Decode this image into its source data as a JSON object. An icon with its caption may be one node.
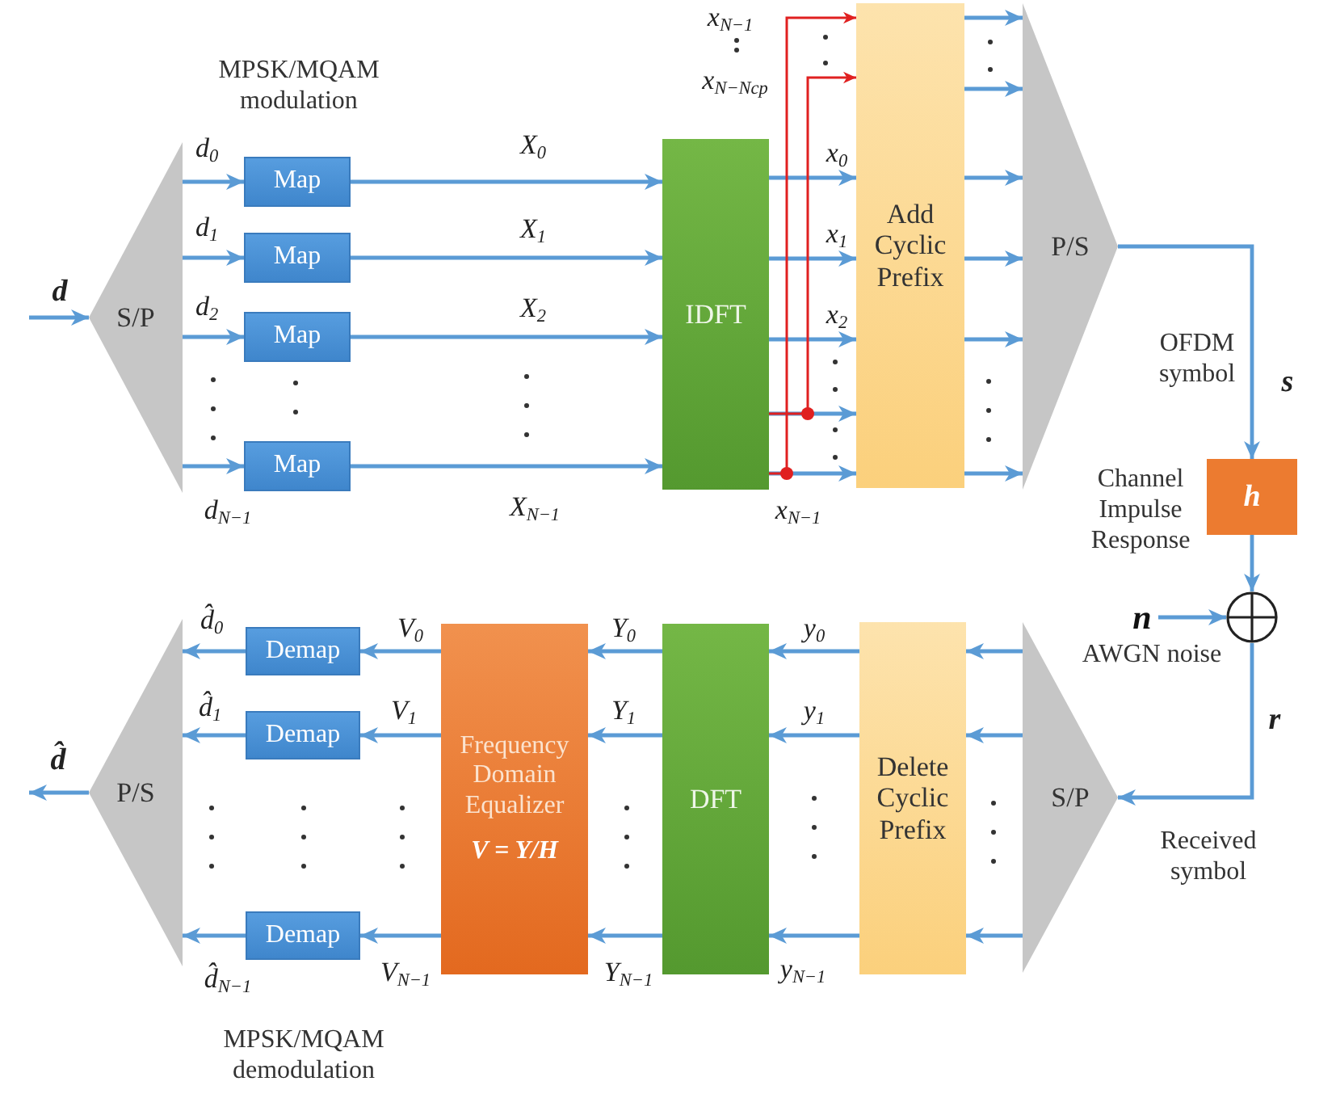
{
  "diagram": {
    "nodes": [
      {
        "text": [
          "S/P"
        ]
      },
      {
        "text": [
          "Map"
        ]
      },
      {
        "text": [
          "Map"
        ]
      },
      {
        "text": [
          "Map"
        ]
      },
      {
        "text": [
          "Map"
        ]
      },
      {
        "text": [
          "IDFT"
        ]
      },
      {
        "text": [
          "Add Cyclic Prefix"
        ]
      },
      {
        "text": [
          "P/S"
        ]
      },
      {
        "text": [
          "h"
        ]
      },
      {
        "text": [
          "n"
        ]
      },
      {
        "text": [],
        "shape": "circle"
      },
      {
        "text": [
          "S/P"
        ]
      },
      {
        "text": [
          "Delete Cyclic Prefix"
        ]
      },
      {
        "text": [
          "DFT"
        ]
      },
      {
        "text": [
          "Frequency Domain Equalizer",
          "V = Y/H"
        ]
      },
      {
        "text": [
          "Demap"
        ]
      },
      {
        "text": [
          "Demap"
        ]
      },
      {
        "text": [
          "Demap"
        ]
      },
      {
        "text": [
          "P/S"
        ]
      }
    ],
    "edges": [
      {
        "from": null,
        "to": 0,
        "arrow": "to",
        "label": "d"
      },
      {
        "from": 0,
        "to": 1,
        "arrow": "to",
        "label": "d$_{0}$"
      },
      {
        "from": 0,
        "to": 2,
        "arrow": "to",
        "label": "d$_{1}$"
      },
      {
        "from": 0,
        "to": 3,
        "arrow": "to",
        "label": "d$_{2}$"
      },
      {
        "from": 0,
        "to": 4,
        "arrow": "to",
        "label": "d$_{N−1}$"
      },
      {
        "from": 1,
        "to": 5,
        "arrow": "to",
        "label": "X$_{0}$"
      },
      {
        "from": 2,
        "to": 5,
        "arrow": "to",
        "label": "X$_{1}$"
      },
      {
        "from": 3,
        "to": 5,
        "arrow": "to",
        "label": "X$_{2}$"
      },
      {
        "from": 4,
        "to": 5,
        "arrow": "to",
        "label": "X$_{N−1}$"
      },
      {
        "from": 5,
        "to": 6,
        "arrow": "to",
        "label": "x$_{0}$"
      },
      {
        "from": 5,
        "to": 6,
        "arrow": "to",
        "label": "x$_{1}$"
      },
      {
        "from": 5,
        "to": 6,
        "arrow": "to",
        "label": "x$_{2}$"
      },
      {
        "from": 5,
        "to": 6,
        "arrow": "to"
      },
      {
        "from": 5,
        "to": 6,
        "arrow": "to",
        "label": "x$_{N−1}$"
      },
      {
        "from": 5,
        "to": 6,
        "arrow": "to",
        "label": "x$_{N−1}$",
        "color": "#e02020"
      },
      {
        "from": 5,
        "to": 6,
        "arrow": "to",
        "label": "x$_{N−Ncp}$",
        "color": "#e02020"
      },
      {
        "from": 6,
        "to": 7,
        "arrow": "to"
      },
      {
        "from": 6,
        "to": 7,
        "arrow": "to"
      },
      {
        "from": 6,
        "to": 7,
        "arrow": "to"
      },
      {
        "from": 6,
        "to": 7,
        "arrow": "to"
      },
      {
        "from": 6,
        "to": 7,
        "arrow": "to"
      },
      {
        "from": 6,
        "to": 7,
        "arrow": "to"
      },
      {
        "from": 7,
        "to": 8,
        "arrow": "to",
        "label": "s"
      },
      {
        "from": 8,
        "to": 10,
        "arrow": "to"
      },
      {
        "from": 9,
        "to": 10,
        "arrow": "to"
      },
      {
        "from": 10,
        "to": 11,
        "arrow": "to",
        "label": "r"
      },
      {
        "from": 11,
        "to": 12,
        "arrow": "to"
      },
      {
        "from": 11,
        "to": 12,
        "arrow": "to"
      },
      {
        "from": 11,
        "to": 12,
        "arrow": "to"
      },
      {
        "from": 12,
        "to": 13,
        "arrow": "to",
        "label": "y$_{0}$"
      },
      {
        "from": 12,
        "to": 13,
        "arrow": "to",
        "label": "y$_{1}$"
      },
      {
        "from": 12,
        "to": 13,
        "arrow": "to",
        "label": "y$_{N−1}$"
      },
      {
        "from": 13,
        "to": 14,
        "arrow": "to",
        "label": "Y$_{0}$"
      },
      {
        "from": 13,
        "to": 14,
        "arrow": "to",
        "label": "Y$_{1}$"
      },
      {
        "from": 13,
        "to": 14,
        "arrow": "to",
        "label": "Y$_{N−1}$"
      },
      {
        "from": 14,
        "to": 15,
        "arrow": "to",
        "label": "V$_{0}$"
      },
      {
        "from": 14,
        "to": 16,
        "arrow": "to",
        "label": "V$_{1}$"
      },
      {
        "from": 14,
        "to": 17,
        "arrow": "to",
        "label": "V$_{N−1}$"
      },
      {
        "from": 15,
        "to": 18,
        "arrow": "to",
        "label": "d̂$_{0}$"
      },
      {
        "from": 16,
        "to": 18,
        "arrow": "to",
        "label": "d̂$_{1}$"
      },
      {
        "from": 17,
        "to": 18,
        "arrow": "to",
        "label": "d̂$_{N−1}$"
      },
      {
        "from": 18,
        "to": null,
        "arrow": "to",
        "label": "d̂"
      }
    ],
    "labels": [
      "MPSK/MQAM modulation",
      "OFDM symbol",
      "Channel Impulse Response",
      "AWGN noise",
      "Received symbol",
      "MPSK/MQAM demodulation"
    ]
  }
}
